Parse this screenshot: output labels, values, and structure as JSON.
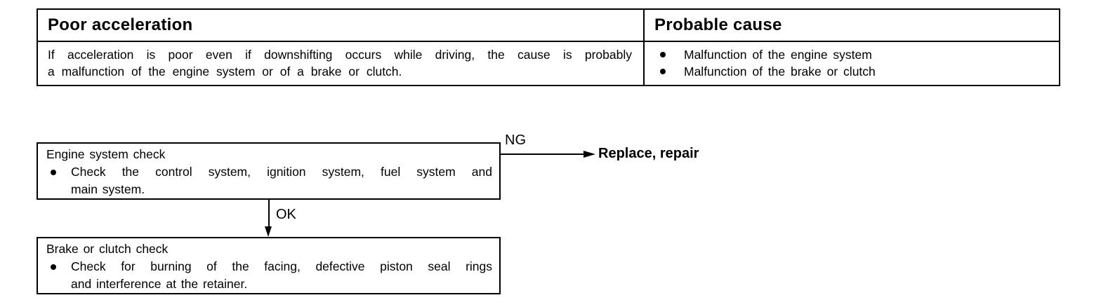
{
  "table": {
    "header": {
      "symptom": "Poor acceleration",
      "cause": "Probable cause"
    },
    "symptom_lines": [
      "If acceleration is poor even if downshifting occurs while driving, the cause is probably",
      "a malfunction of the engine system or of a brake or clutch."
    ],
    "causes": [
      "Malfunction of the engine system",
      "Malfunction of the brake or clutch"
    ]
  },
  "flow": {
    "box1": {
      "title": "Engine system check",
      "lines": [
        "Check the control system, ignition system, fuel system and",
        "main system."
      ]
    },
    "box2": {
      "title": "Brake or clutch check",
      "lines": [
        "Check for burning of the facing, defective piston seal rings",
        "and interference at the retainer."
      ]
    },
    "ng_label": "NG",
    "ok_label": "OK",
    "ng_action": "Replace, repair"
  },
  "colors": {
    "ink": "#000000",
    "paper": "#ffffff"
  }
}
